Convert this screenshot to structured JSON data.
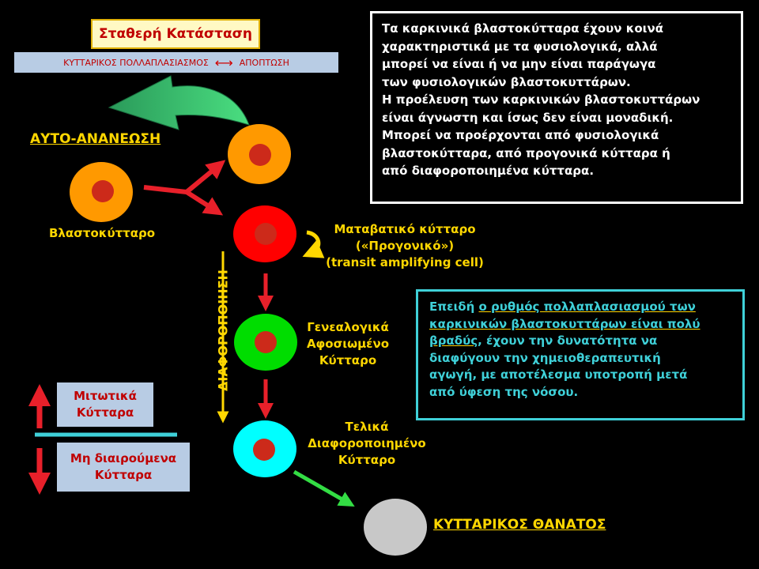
{
  "steady_state": "Σταθερή Κατάσταση",
  "proliferation": "ΚΥΤΤΑΡΙΚΟΣ ΠΟΛΛΑΠΛΑΣΙΑΣΜΟΣ",
  "apoptosis": "ΑΠΟΠΤΩΣΗ",
  "self_renewal": "ΑΥΤΟ-ΑΝΑΝΕΩΣΗ",
  "stem_cell": "Βλαστοκύτταρο",
  "transit_cell": {
    "line1": "Ματαβατικό κύτταρο",
    "line2": "(«Προγονικό»)",
    "line3": "(transit amplifying cell)"
  },
  "committed_cell": {
    "line1": "Γενεαλογικά",
    "line2": "Αφοσιωμένο",
    "line3": "Κύτταρο"
  },
  "terminal_cell": {
    "line1": "Τελικά",
    "line2": "Διαφοροποιημένο",
    "line3": "Κύτταρο"
  },
  "differentiation": "ΔΙΑΦΟΡΟΠΟΙΗΣΗ",
  "cell_death": "ΚΥΤΤΑΡΙΚΟΣ ΘΑΝΑΤΟΣ",
  "mitotic": {
    "line1": "Μιτωτικά",
    "line2": "Κύτταρα"
  },
  "non_dividing": {
    "line1": "Μη διαιρούμενα",
    "line2": "Κύτταρα"
  },
  "info_lines": [
    "Τα καρκινικά βλαστοκύτταρα έχουν κοινά",
    "χαρακτηριστικά με τα φυσιολογικά, αλλά",
    "μπορεί να είναι ή να μην είναι παράγωγα",
    "των φυσιολογικών βλαστοκυττάρων.",
    "Η προέλευση των καρκινικών βλαστοκυττάρων",
    "είναι άγνωστη και ίσως δεν είναι μοναδική.",
    "Μπορεί να προέρχονται από φυσιολογικά",
    "βλαστοκύτταρα, από προγονικά κύτταρα ή",
    "από διαφοροποιημένα κύτταρα."
  ],
  "cyan_text": {
    "prefix": "Επειδή ",
    "u1": "ο ρυθμός πολλαπλασιασμού των",
    "u2": "καρκινικών βλαστοκυττάρων είναι πολύ",
    "u3": "βραδύς",
    "l3_rest": ", έχουν την δυνατότητα να",
    "l4": "διαφύγουν την χημειοθεραπευτική",
    "l5": "αγωγή, με αποτέλεσμα υποτροπή μετά",
    "l6": "από ύφεση της νόσου."
  },
  "colors": {
    "stem": "#ff9900",
    "transit": "#ff0000",
    "committed": "#00dd00",
    "terminal": "#00ffff",
    "dead": "#c8c8c8",
    "nucleus": "#cc2a1a",
    "text_yellow": "#ffd700",
    "arrow_red": "#e8202a",
    "arrow_green": "#33dd44"
  }
}
